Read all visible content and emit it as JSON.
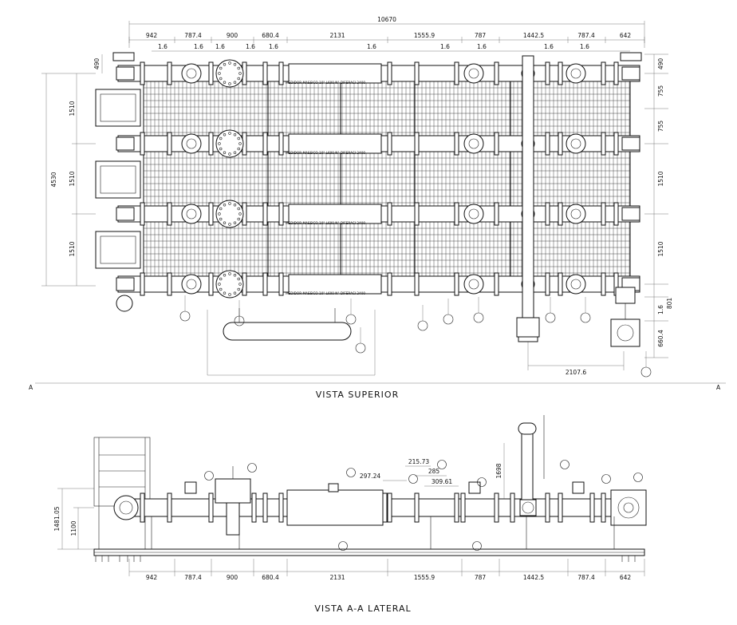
{
  "titles": {
    "top_view": "VISTA SUPERIOR",
    "side_view": "VISTA A-A LATERAL",
    "section_mark": "A"
  },
  "top_view": {
    "overall_width": "10670",
    "dims_top": [
      "942",
      "787.4",
      "900",
      "680.4",
      "2131",
      "1555.9",
      "787",
      "1442.5",
      "787.4",
      "642"
    ],
    "gaps_top": [
      "1.6",
      "1.6",
      "1.6",
      "1.6",
      "1.6",
      "1.6",
      "1.6",
      "1.6",
      "1.6",
      "1.6"
    ],
    "dims_left": [
      "1510",
      "1510",
      "1510"
    ],
    "dim_left_total": "4530",
    "dim_left_small": "490",
    "dims_right": [
      "490",
      "755",
      "755",
      "1510",
      "1510"
    ],
    "dims_right_lower": [
      "1.6",
      "801",
      "660.4"
    ],
    "dim_bottom_right": "2107.6",
    "meter_labels": [
      "MEDIDOR MASSICO 10\" L600 N° DIFERACI 2400",
      "MEDIDOR MASSICO 10\" L600 N° DIFERACI 2400",
      "MEDIDOR MASSICO 10\" L600 N° DIFERACI 2400",
      "MEDIDOR MASSICO 10\" L600 N° DIFERACI 2400"
    ]
  },
  "side_view": {
    "dims_bottom": [
      "942",
      "787.4",
      "900",
      "680.4",
      "2131",
      "1555.9",
      "787",
      "1442.5",
      "787.4",
      "642"
    ],
    "dims_left": [
      "1481.05",
      "1100"
    ],
    "dims_upper": [
      "297.24",
      "215.73",
      "285",
      "309.61",
      "1698"
    ]
  }
}
